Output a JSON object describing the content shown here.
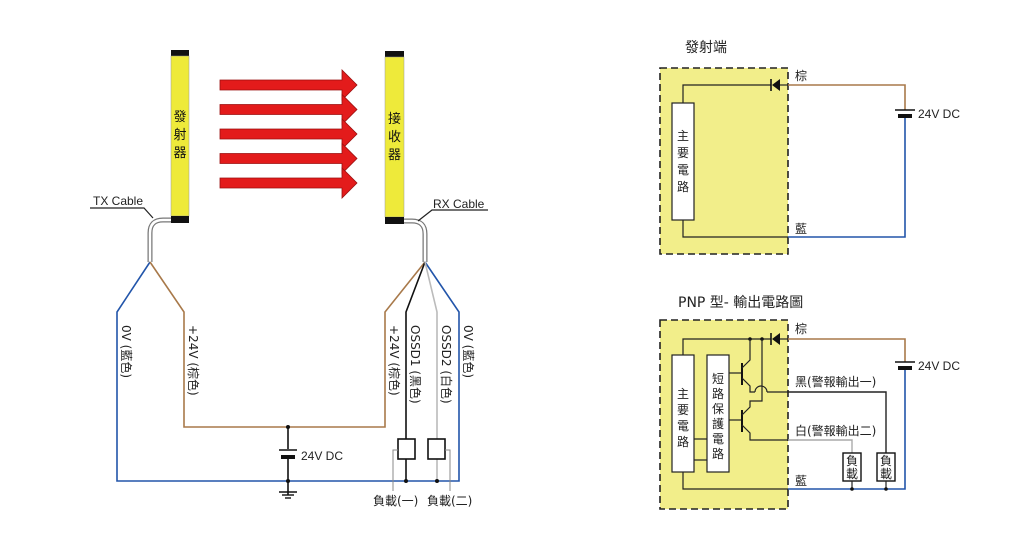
{
  "colors": {
    "brown": "#a8794a",
    "blue": "#2255aa",
    "black": "#111111",
    "white_wire": "#bbbbbb",
    "yellow_bar": "#eeea3a",
    "yellow_box": "#f2ee8a",
    "arrow_red": "#e31b1b"
  },
  "left_diagram": {
    "transmitter_label": [
      "發",
      "射",
      "器"
    ],
    "receiver_label": [
      "接",
      "收",
      "器"
    ],
    "tx_cable_label": "TX Cable",
    "rx_cable_label": "RX Cable",
    "arrow_count": 5,
    "tx_wires": [
      {
        "id": "tx-0v",
        "label": "0V (藍色)",
        "color": "blue"
      },
      {
        "id": "tx-24v",
        "label": "+24V (棕色)",
        "color": "brown"
      }
    ],
    "rx_wires": [
      {
        "id": "rx-24v",
        "label": "+24V (棕色)",
        "color": "brown"
      },
      {
        "id": "rx-ossd1",
        "label": "OSSD1 (黑色)",
        "color": "black"
      },
      {
        "id": "rx-ossd2",
        "label": "OSSD2 (白色)",
        "color": "white_wire"
      },
      {
        "id": "rx-0v",
        "label": "0V (藍色)",
        "color": "blue"
      }
    ],
    "power_label": "24V DC",
    "load1_label": "負載(一)",
    "load2_label": "負載(二)"
  },
  "top_right_diagram": {
    "title": "發射端",
    "main_circuit": [
      "主",
      "要",
      "電",
      "路"
    ],
    "brown_label": "棕",
    "blue_label": "藍",
    "power_label": "24V DC"
  },
  "bottom_right_diagram": {
    "title": "PNP 型- 輸出電路圖",
    "main_circuit": [
      "主",
      "要",
      "電",
      "路"
    ],
    "protection_circuit": [
      "短",
      "路",
      "保",
      "護",
      "電",
      "路"
    ],
    "brown_label": "棕",
    "black_label": "黑(警報輸出一)",
    "white_label": "白(警報輸出二)",
    "blue_label": "藍",
    "power_label": "24V DC",
    "load_label": [
      "負",
      "載"
    ]
  }
}
